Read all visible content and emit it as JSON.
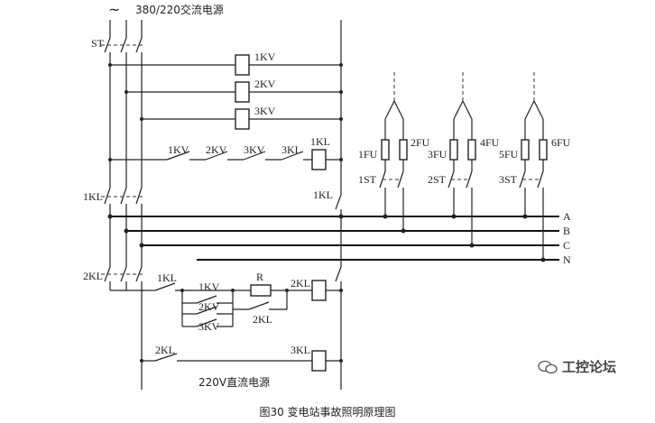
{
  "labels": {
    "source": "380/220交流电源",
    "ac_symbol": "~",
    "st": "ST",
    "kv1": "1KV",
    "kv2": "2KV",
    "kv3": "3KV",
    "kl1": "1KL",
    "kl2": "2KL",
    "kl3": "3KL",
    "fu1": "1FU",
    "fu2": "2FU",
    "fu3": "3FU",
    "fu4": "4FU",
    "fu5": "5FU",
    "fu6": "6FU",
    "st1": "1ST",
    "st2": "2ST",
    "st3": "3ST",
    "bus_a": "A",
    "bus_b": "B",
    "bus_c": "C",
    "bus_n": "N",
    "resistor": "R",
    "dc_source": "220V直流电源"
  },
  "caption": "图30 变电站事故照明原理图",
  "watermark": "工控论坛"
}
